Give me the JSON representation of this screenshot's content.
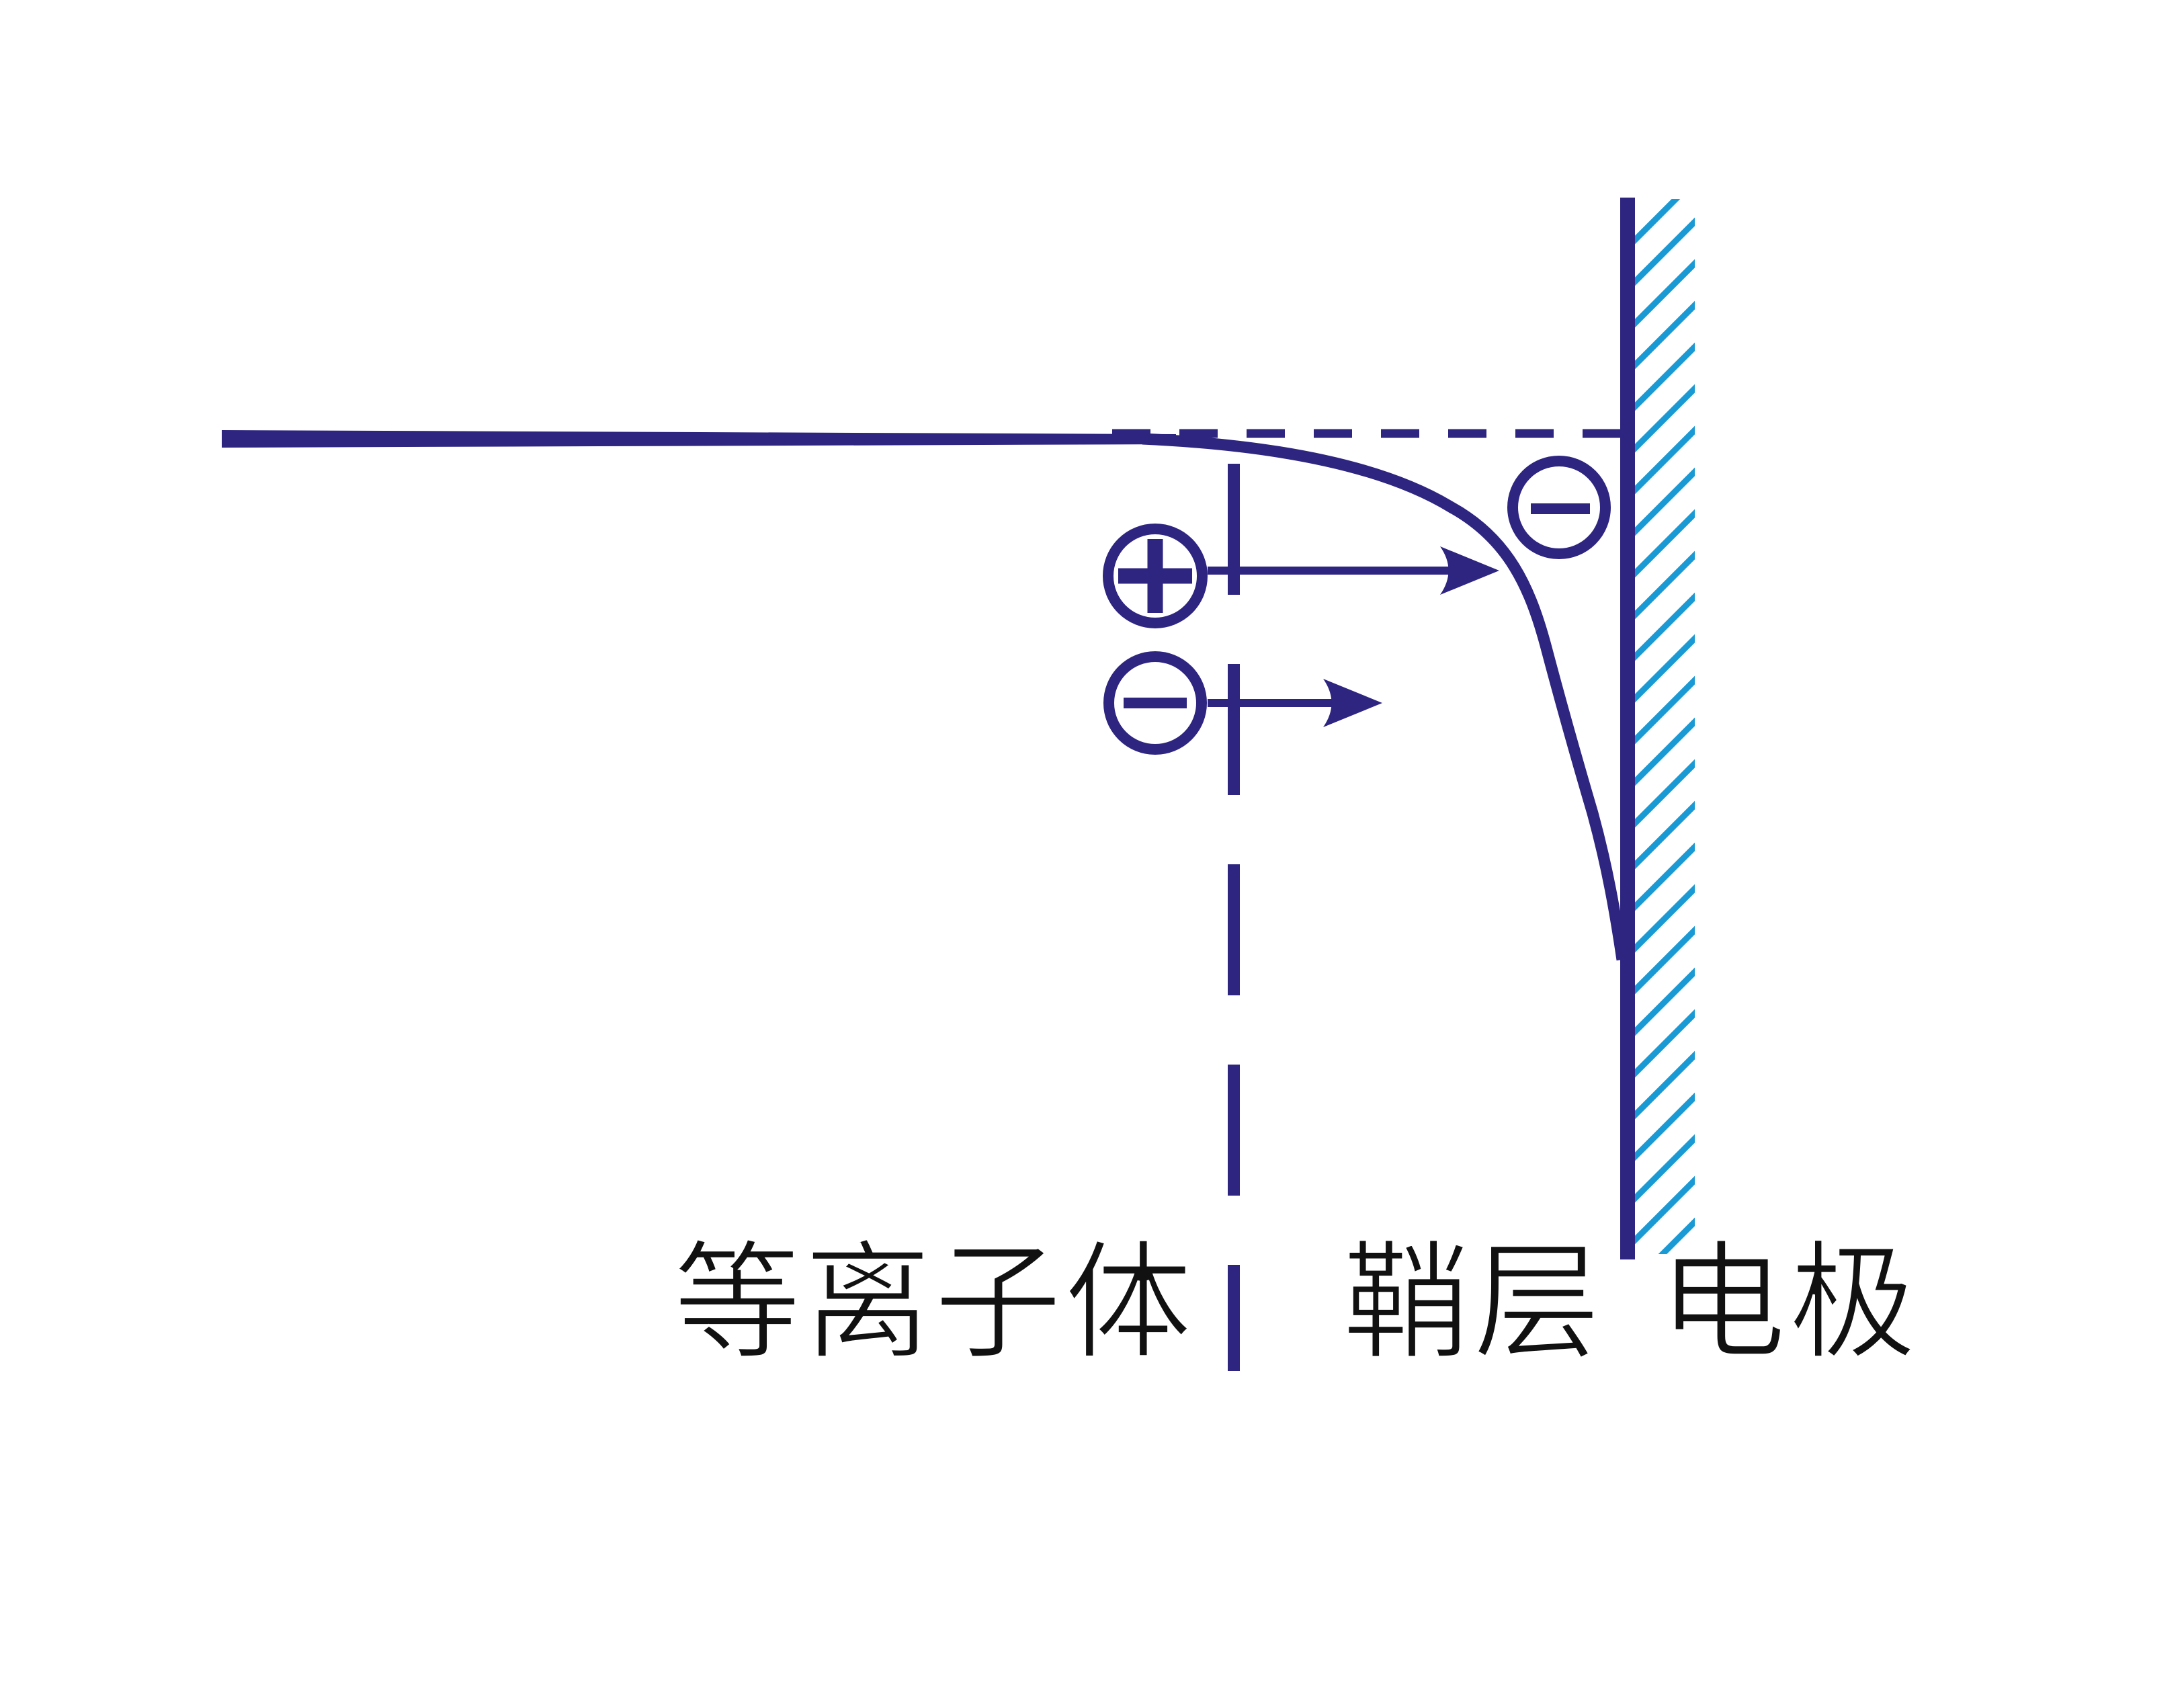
{
  "diagram": {
    "labels": {
      "plasma": "等离子体",
      "sheath": "鞘层",
      "electrode": "电极"
    },
    "symbols": {
      "positive_ion": "plus-in-circle",
      "electron": "minus-in-circle"
    },
    "colors": {
      "navy": "#2d2580",
      "hatch": "#1a9ad5",
      "ink": "#111111",
      "background": "#ffffff"
    }
  }
}
